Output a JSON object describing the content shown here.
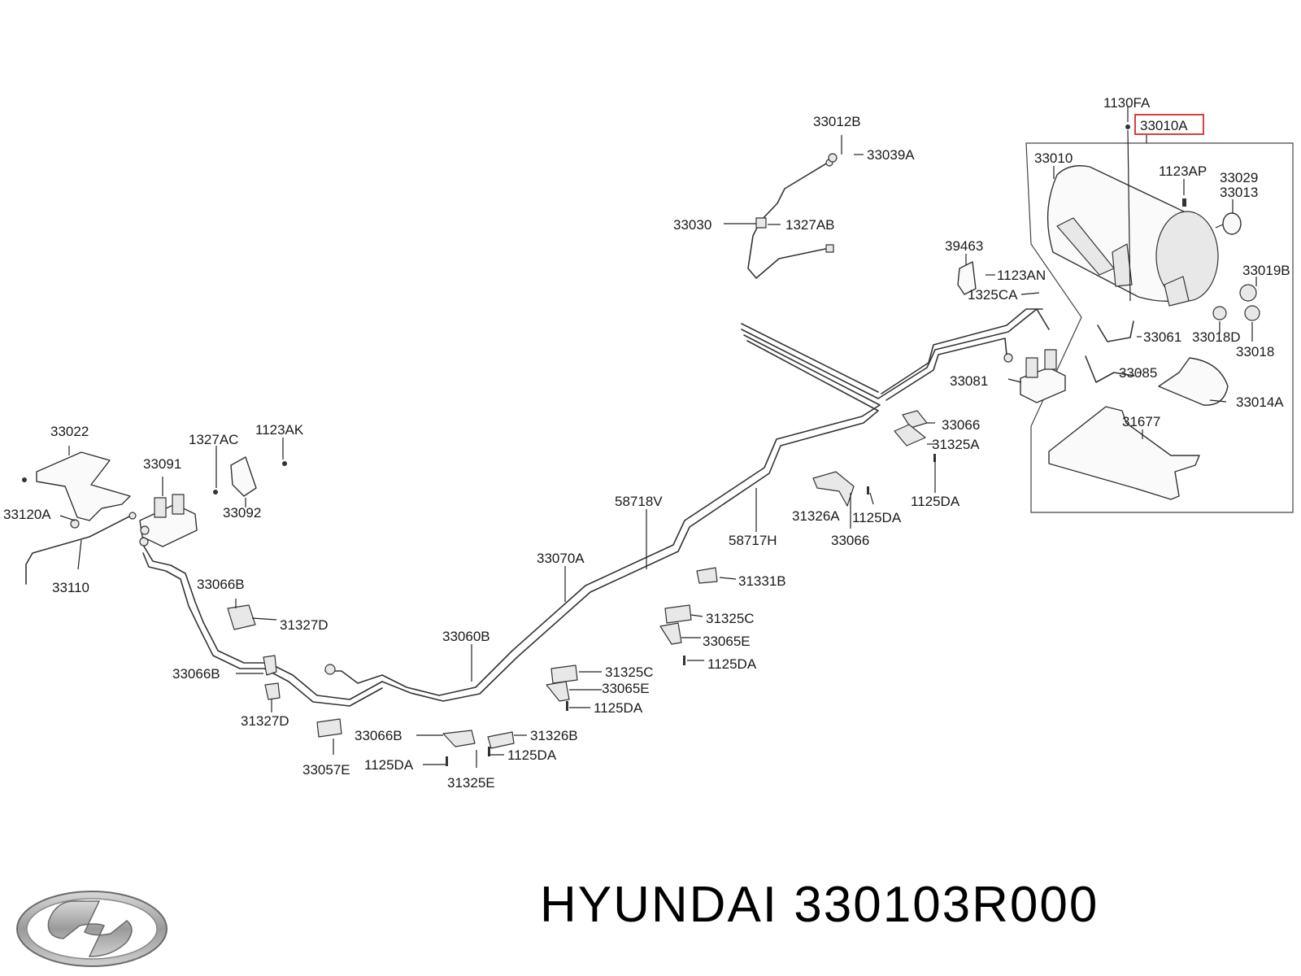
{
  "brand": {
    "name": "HYUNDAI",
    "part_number": "330103R000"
  },
  "highlighted_label": "33010A",
  "labels": {
    "l1130FA": "1130FA",
    "l33010A": "33010A",
    "l33012B": "33012B",
    "l33039A": "33039A",
    "l33010": "33010",
    "l1123AP": "1123AP",
    "l33029": "33029",
    "l33013": "33013",
    "l33030": "33030",
    "l1327AB": "1327AB",
    "l39463": "39463",
    "l1123AN": "1123AN",
    "l1325CA": "1325CA",
    "l33019B": "33019B",
    "l33061": "33061",
    "l33018D": "33018D",
    "l33018": "33018",
    "l33085": "33085",
    "l33081": "33081",
    "l33014A": "33014A",
    "l31677": "31677",
    "l33066a": "33066",
    "l31325A": "31325A",
    "l33022": "33022",
    "l1327AC": "1327AC",
    "l1123AK": "1123AK",
    "l33091": "33091",
    "l33120A": "33120A",
    "l33092": "33092",
    "l58718V": "58718V",
    "l58717H": "58717H",
    "l31326A": "31326A",
    "l1125DAa": "1125DA",
    "l1125DAb": "1125DA",
    "l33066b": "33066",
    "l33110": "33110",
    "l33070A": "33070A",
    "l31331B": "31331B",
    "l33066Ba": "33066B",
    "l31327Da": "31327D",
    "l31325C": "31325C",
    "l33065Ea": "33065E",
    "l33060B": "33060B",
    "l1125DAc": "1125DA",
    "l33066Bb": "33066B",
    "l31325Cb": "31325C",
    "l33065Eb": "33065E",
    "l31327Db": "31327D",
    "l1125DAd": "1125DA",
    "l33066Bc": "33066B",
    "l31326B": "31326B",
    "l1125DAe": "1125DA",
    "l1125DAf": "1125DA",
    "l33057E": "33057E",
    "l31325E": "31325E"
  }
}
